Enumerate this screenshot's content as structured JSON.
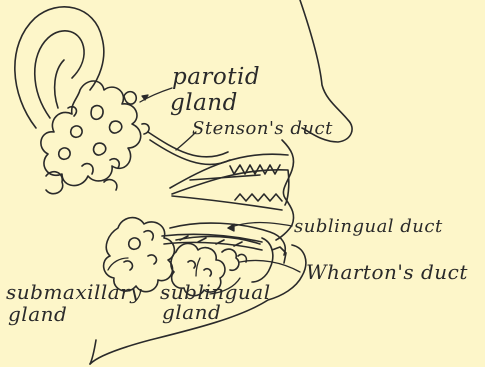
{
  "labels": {
    "parotid_line1": "parotid",
    "parotid_line2": "gland",
    "stensons_duct": "Stenson's duct",
    "sublingual_duct": "sublingual duct",
    "whartons_duct": "Wharton's duct",
    "submaxillary_line1": "submaxillary",
    "submaxillary_line2": "gland",
    "sublingual_gland_line1": "sublingual",
    "sublingual_gland_line2": "gland"
  },
  "colors": {
    "background": "#fdf6c9",
    "ink": "#2a2a2a"
  }
}
